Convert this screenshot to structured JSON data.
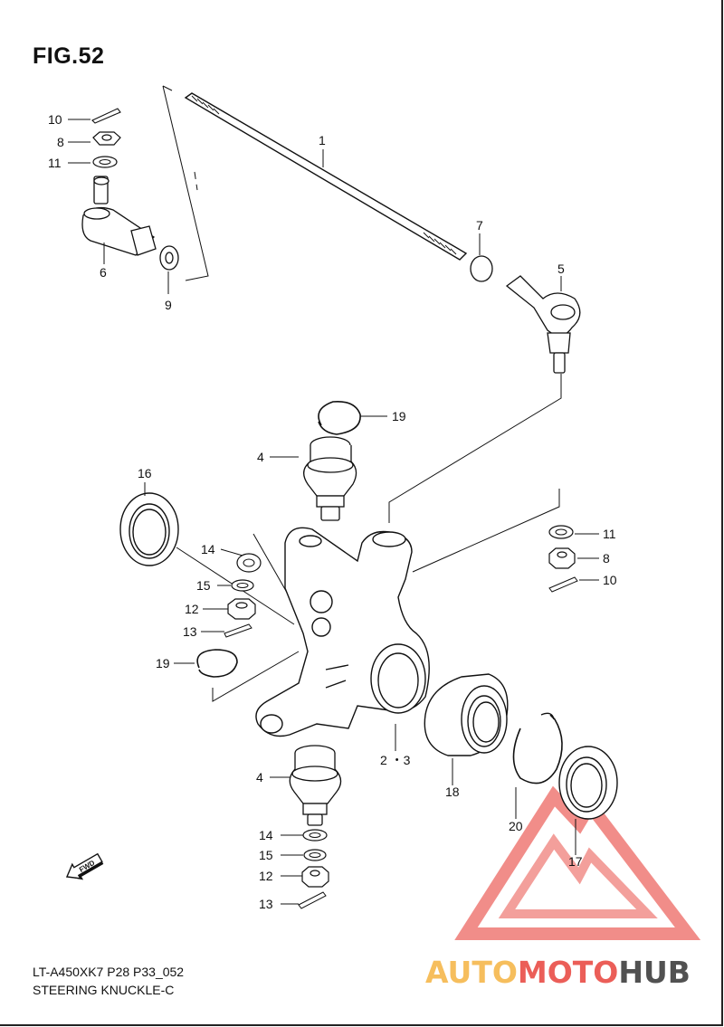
{
  "figure": {
    "title": "FIG.52",
    "model_code": "LT-A450XK7 P28 P33_052",
    "subtitle": "STEERING KNUCKLE-C"
  },
  "callouts": {
    "c1": "1",
    "c2_3": "2 ・3",
    "c4_top": "4",
    "c4_bottom": "4",
    "c5": "5",
    "c6": "6",
    "c7": "7",
    "c8_left": "8",
    "c8_right": "8",
    "c9": "9",
    "c10_left": "10",
    "c10_right": "10",
    "c11_left": "11",
    "c11_right": "11",
    "c12_upper": "12",
    "c12_lower": "12",
    "c13_upper": "13",
    "c13_lower": "13",
    "c14_upper": "14",
    "c14_lower": "14",
    "c15_upper": "15",
    "c15_lower": "15",
    "c16": "16",
    "c17": "17",
    "c18": "18",
    "c19_top": "19",
    "c19_left": "19",
    "c20": "20"
  },
  "fwd_arrow": {
    "label": "FWD"
  },
  "watermark": {
    "part1": "AUTO",
    "part2": "MOTO",
    "part3": "HUB",
    "colors": {
      "triangle": "#e8423b",
      "auto": "#f5b341",
      "moto": "#e8423b",
      "hub": "#333333"
    }
  }
}
